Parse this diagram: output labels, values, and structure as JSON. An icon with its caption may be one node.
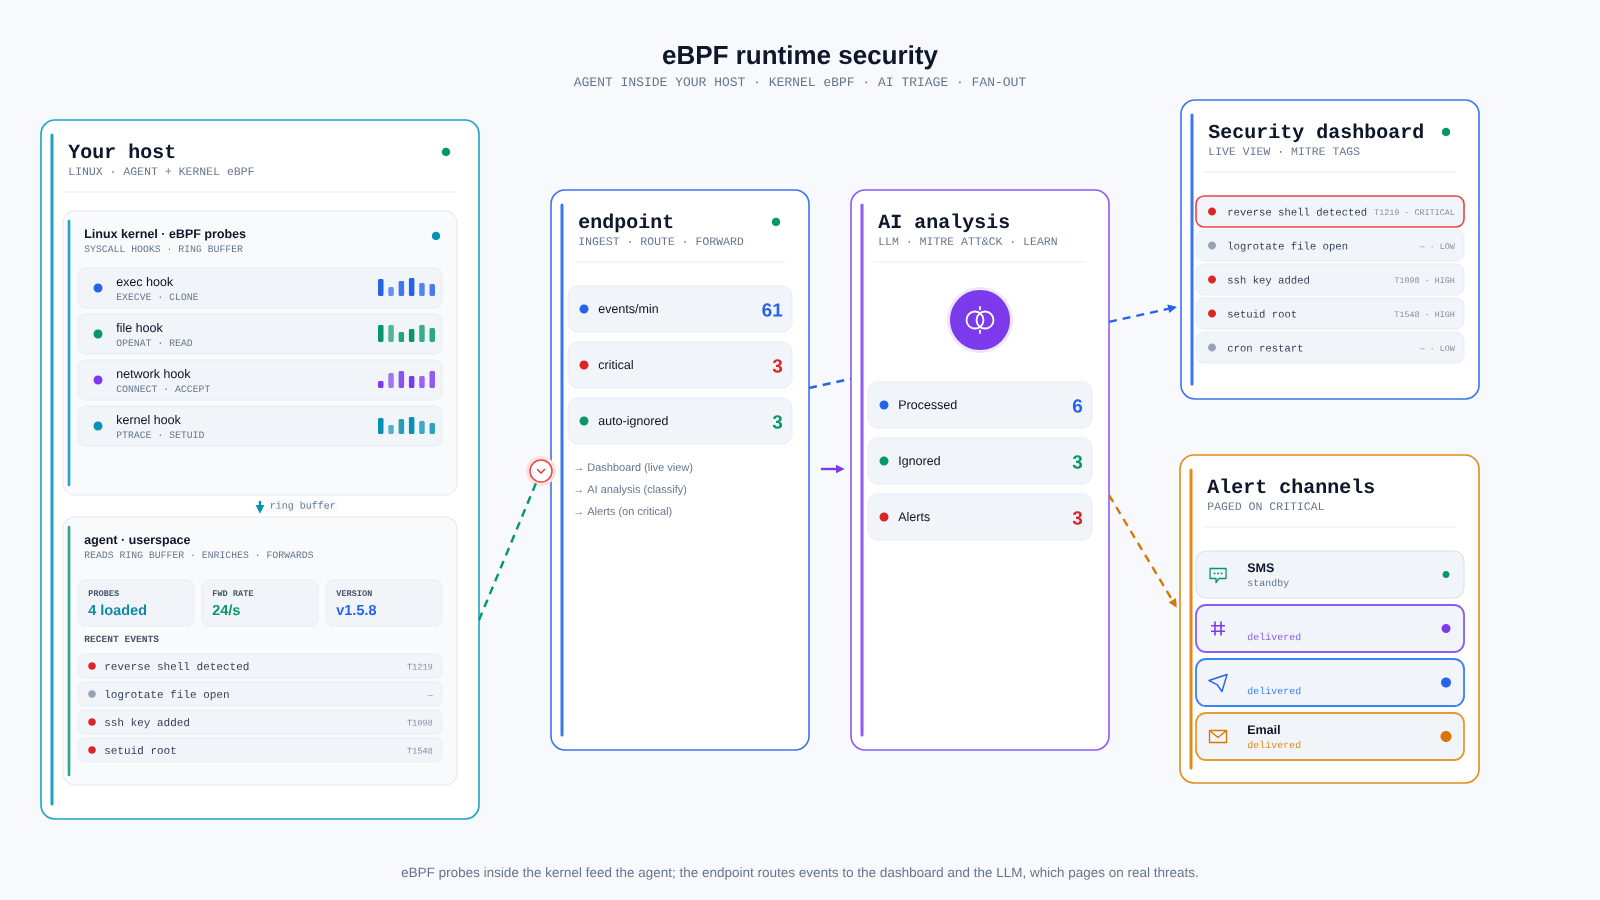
{
  "diagram": {
    "title": "eBPF runtime security",
    "caption": "eBPF probes inside the kernel feed the agent; the endpoint routes events to the dashboard and the LLM, which pages on real threats.",
    "nodes": [
      {
        "text": [
          "Your host",
          "LINUX · AGENT + KERNEL eBPF"
        ]
      },
      {
        "text": [
          "Linux kernel · eBPF probes",
          "SYSCALL HOOKS · RING BUFFER"
        ],
        "in": 0
      },
      {
        "text": [
          "exec hook",
          "EXECVE · CLONE"
        ],
        "in": 1
      },
      {
        "text": [
          "file hook",
          "OPENAT · READ"
        ],
        "in": 1
      },
      {
        "text": [
          "network hook",
          "CONNECT · ACCEPT"
        ],
        "in": 1
      },
      {
        "text": [
          "kernel hook",
          "PTRACE · SETUID"
        ],
        "in": 1
      },
      {
        "text": [
          "agent · userspace",
          "READS RING BUFFER · ENRICHES · FORWARDS",
          "RECENT EVENTS"
        ],
        "in": 0
      },
      {
        "text": [
          "PROBES",
          "4 loaded"
        ],
        "in": 6
      },
      {
        "text": [
          "FWD RATE",
          "24/s"
        ],
        "in": 6
      },
      {
        "text": [
          "VERSION",
          "v1.5.8"
        ],
        "in": 6
      },
      {
        "text": [
          "reverse shell detected",
          "T1219"
        ],
        "in": 6
      },
      {
        "text": [
          "logrotate file open",
          "—"
        ],
        "in": 6
      },
      {
        "text": [
          "ssh key added",
          "T1098"
        ],
        "in": 6
      },
      {
        "text": [
          "setuid root",
          "T1548"
        ],
        "in": 6
      },
      {
        "text": [
          "endpoint",
          "INGEST · ROUTE · FORWARD",
          "→ Dashboard (live view)",
          "→ AI analysis (classify)",
          "→ Alerts (on critical)"
        ]
      },
      {
        "text": [
          "events/min",
          "61"
        ],
        "in": 14
      },
      {
        "text": [
          "critical",
          "3"
        ],
        "in": 14
      },
      {
        "text": [
          "auto-ignored",
          "3"
        ],
        "in": 14
      },
      {
        "text": [
          "AI analysis",
          "LLM · MITRE ATT&CK · LEARN"
        ]
      },
      {
        "text": [
          "Processed",
          "6"
        ],
        "in": 18
      },
      {
        "text": [
          "Ignored",
          "3"
        ],
        "in": 18
      },
      {
        "text": [
          "Alerts",
          "3"
        ],
        "in": 18
      },
      {
        "text": [
          "Security dashboard",
          "LIVE VIEW · MITRE TAGS"
        ]
      },
      {
        "text": [
          "reverse shell detected",
          "T1219 · CRITICAL"
        ],
        "in": 22
      },
      {
        "text": [
          "logrotate file open",
          "— · LOW"
        ],
        "in": 22
      },
      {
        "text": [
          "ssh key added",
          "T1098 · HIGH"
        ],
        "in": 22
      },
      {
        "text": [
          "setuid root",
          "T1548 · HIGH"
        ],
        "in": 22
      },
      {
        "text": [
          "cron restart",
          "— · LOW"
        ],
        "in": 22
      },
      {
        "text": [
          "Alert channels",
          "PAGED ON CRITICAL"
        ]
      },
      {
        "text": [
          "SMS",
          "standby"
        ],
        "in": 28
      },
      {
        "text": [
          "delivered"
        ],
        "in": 28
      },
      {
        "text": [
          "delivered"
        ],
        "in": 28
      },
      {
        "text": [
          "Email",
          "delivered"
        ],
        "in": 28
      },
      {
        "text": [],
        "shape": "circle"
      }
    ],
    "edges": [
      {
        "from": 1,
        "to": 6,
        "arrow": "to",
        "label": "ring buffer",
        "style": "dashed",
        "color": "#0891b2"
      },
      {
        "from": 0,
        "to": 33,
        "arrow": "none",
        "style": "dashed",
        "color": "#059669"
      },
      {
        "from": 14,
        "to": 22,
        "arrow": "to",
        "style": "dashed",
        "color": "#2563eb"
      },
      {
        "from": 14,
        "to": 18,
        "arrow": "to",
        "color": "#7c3aed"
      },
      {
        "from": 18,
        "to": 28,
        "arrow": "to",
        "style": "dashed",
        "color": "#d97706"
      }
    ],
    "labels": [
      "AGENT INSIDE YOUR HOST · KERNEL eBPF · AI TRIAGE · FAN-OUT"
    ]
  }
}
